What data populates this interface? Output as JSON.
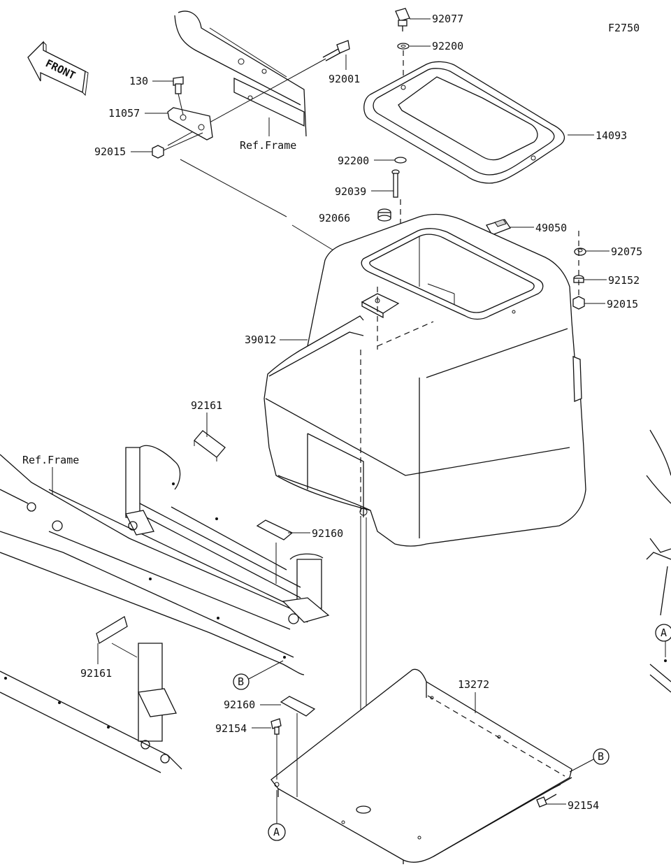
{
  "figure_code": "F2750",
  "front_label": "FRONT",
  "ref_frame_label": "Ref.Frame",
  "callouts": {
    "p92077": "92077",
    "p92200_top": "92200",
    "p92001": "92001",
    "p130": "130",
    "p11057": "11057",
    "p92015_left": "92015",
    "p14093": "14093",
    "p92200_mid": "92200",
    "p92039": "92039",
    "p92066": "92066",
    "p49050": "49050",
    "p92075": "92075",
    "p92152": "92152",
    "p92015_right": "92015",
    "p39012": "39012",
    "p92161_top": "92161",
    "p92160_mid": "92160",
    "p92161_bottom": "92161",
    "p13272": "13272",
    "p92160_bottom": "92160",
    "p92154_left": "92154",
    "p92154_right": "92154"
  },
  "reference_markers": {
    "b_left": "B",
    "b_right": "B",
    "a_bottom": "A",
    "a_right": "A"
  }
}
